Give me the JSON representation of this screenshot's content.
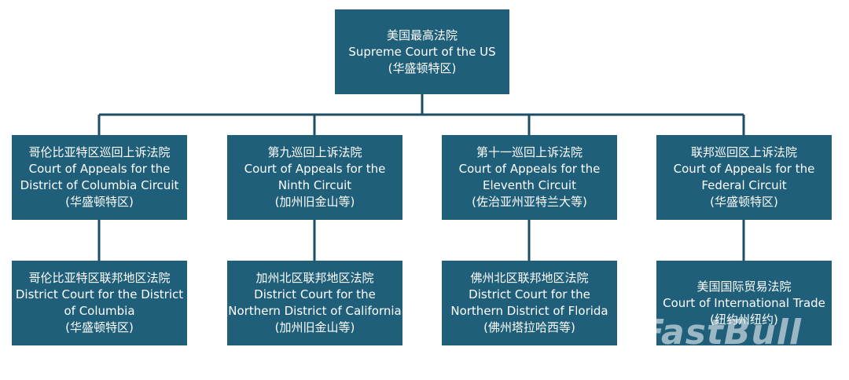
{
  "root": {
    "lines": [
      "美国最高法院",
      "Supreme Court of the US",
      "(华盛顿特区)"
    ]
  },
  "appeals": [
    {
      "lines": [
        "哥伦比亚特区巡回上诉法院",
        "Court of Appeals for the",
        "District of Columbia Circuit",
        "(华盛顿特区)"
      ]
    },
    {
      "lines": [
        "第九巡回上诉法院",
        "Court of Appeals for the",
        "Ninth Circuit",
        "(加州旧金山等)"
      ]
    },
    {
      "lines": [
        "第十一巡回上诉法院",
        "Court of Appeals for the",
        "Eleventh Circuit",
        "(佐治亚州亚特兰大等)"
      ]
    },
    {
      "lines": [
        "联邦巡回区上诉法院",
        "Court of Appeals for the",
        "Federal Circuit",
        "(华盛顿特区)"
      ]
    }
  ],
  "districts": [
    {
      "lines": [
        "哥伦比亚特区联邦地区法院",
        "District Court for the District",
        "of Columbia",
        "(华盛顿特区)"
      ]
    },
    {
      "lines": [
        "加州北区联邦地区法院",
        "District Court for the",
        "Northern District of California",
        "(加州旧金山等)"
      ]
    },
    {
      "lines": [
        "佛州北区联邦地区法院",
        "District Court for the",
        "Northern District of Florida",
        "(佛州塔拉哈西等)"
      ]
    },
    {
      "lines": [
        "美国国际贸易法院",
        "Court of International Trade",
        "(纽约州纽约)"
      ]
    }
  ],
  "watermark": "FastBull",
  "colors": {
    "box": "#1f5f7a",
    "line": "#1c4f66",
    "text": "#ffffff"
  }
}
